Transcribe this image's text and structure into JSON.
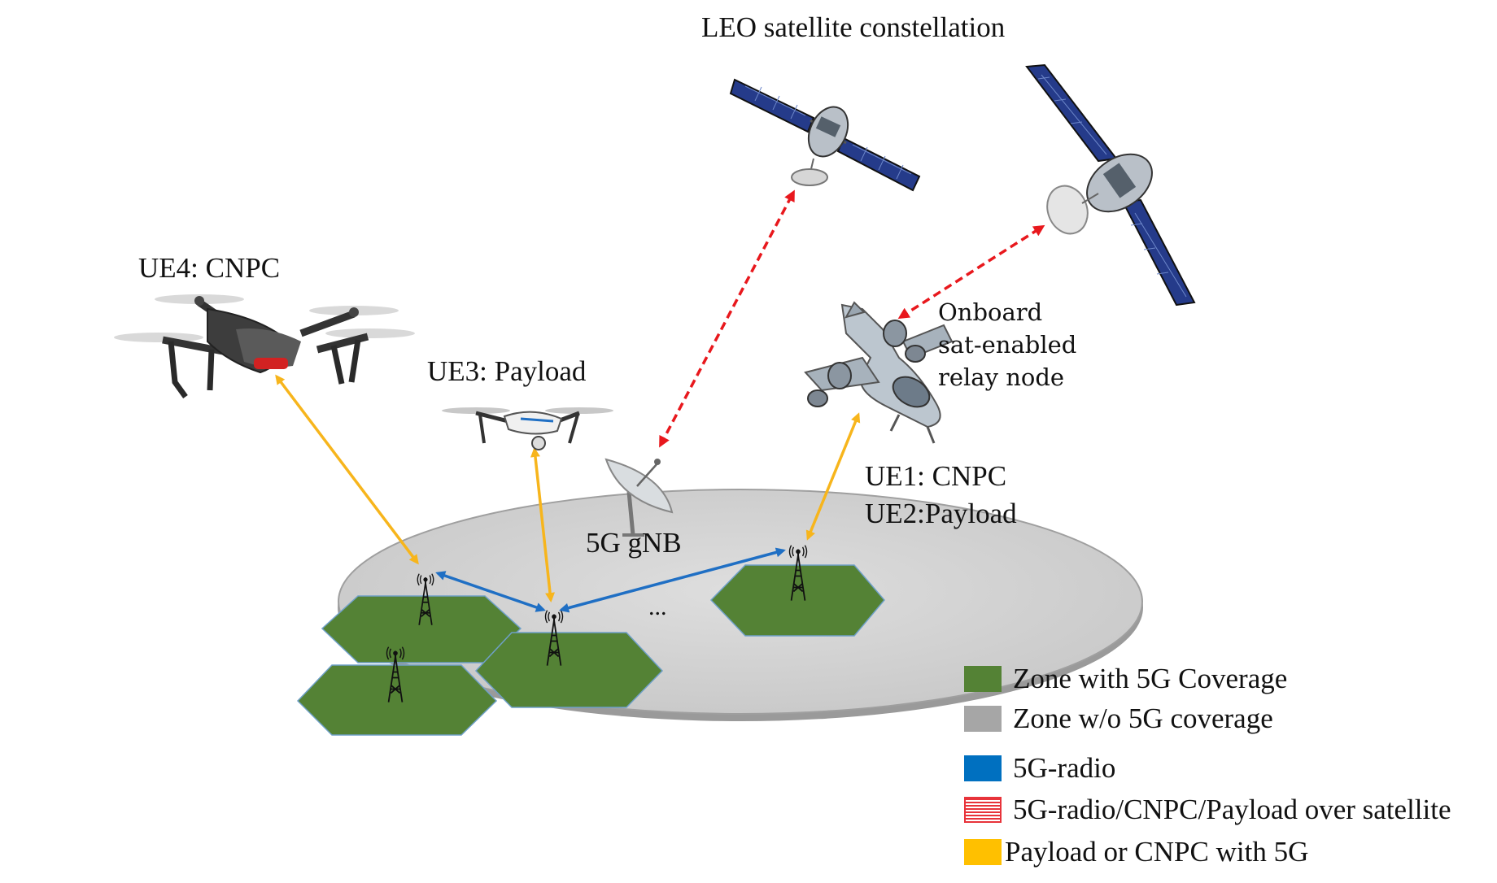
{
  "labels": {
    "constellation": "LEO satellite constellation",
    "ue4": "UE4: CNPC",
    "ue3": "UE3: Payload",
    "relay_line1": "Onboard",
    "relay_line2": "sat-enabled",
    "relay_line3": "relay node",
    "ue1": "UE1: CNPC",
    "ue2": "UE2:Payload",
    "gnb": "5G gNB",
    "ellipsis": "..."
  },
  "legend": [
    {
      "label": "Zone with 5G Coverage",
      "color": "#548235",
      "style": "solid"
    },
    {
      "label": "Zone w/o 5G coverage",
      "color": "#a6a6a6",
      "style": "solid"
    },
    {
      "label": "5G-radio",
      "color": "#0070c0",
      "style": "solid"
    },
    {
      "label": "5G-radio/CNPC/Payload over satellite",
      "color": "#e8333a",
      "style": "hatched"
    },
    {
      "label": "Payload or CNPC with 5G",
      "color": "#ffc000",
      "style": "solid"
    }
  ],
  "colors": {
    "ground": "#d3d3d3",
    "coverage": "#548235",
    "radio_link": "#1f6fc4",
    "satellite_link": "#e8181d",
    "payload_link": "#f7b51c"
  }
}
